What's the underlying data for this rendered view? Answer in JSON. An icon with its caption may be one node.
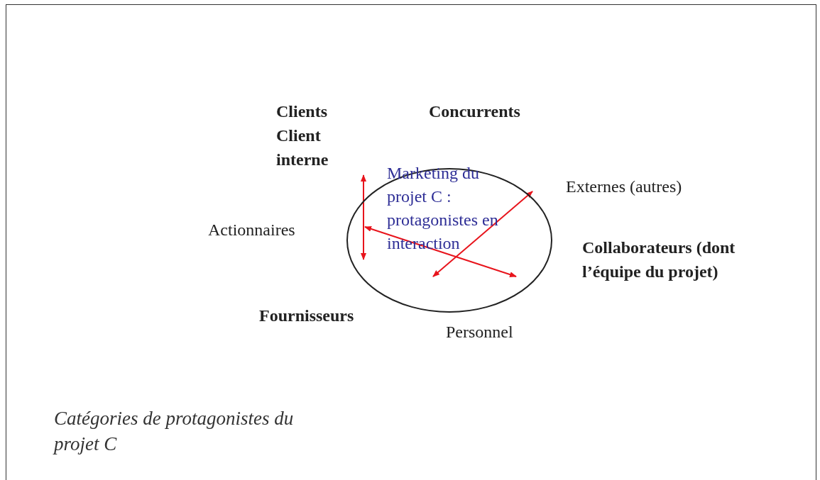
{
  "diagram": {
    "caption": "Catégories de protagonistes du projet C",
    "nodes": [
      {
        "text": [
          "Marketing du projet C : protagonistes en interaction"
        ]
      }
    ],
    "labels": [
      "Clients",
      "Client interne",
      "Concurrents",
      "Externes (autres)",
      "Actionnaires",
      "Collaborateurs (dont l’équipe du projet)",
      "Fournisseurs",
      "Personnel"
    ]
  }
}
